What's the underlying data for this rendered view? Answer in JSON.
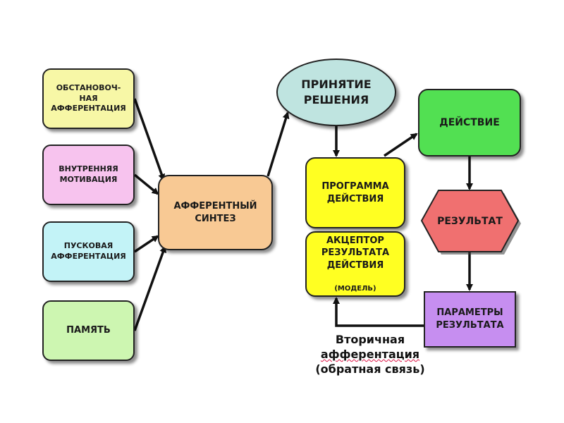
{
  "colors": {
    "obstanovochnaya": "#f7f7a6",
    "vnutrennyaya": "#f7c3ee",
    "puskovaya": "#c3f3f7",
    "pamyat": "#cdf6b1",
    "afferentny_sintez": "#f8c994",
    "prinyatie": "#bfe4e0",
    "programma": "#ffff22",
    "deystvie": "#52e052",
    "rezultat": "#f07070",
    "parametry": "#c68ef0",
    "arrow": "#111111"
  },
  "nodes": {
    "obstanovochnaya": "ОБСТАНОВОЧ-\nНАЯ\nАФФЕРЕНТАЦИЯ",
    "vnutrennyaya": "ВНУТРЕННЯЯ\nМОТИВАЦИЯ",
    "puskovaya": "ПУСКОВАЯ\nАФФЕРЕНТАЦИЯ",
    "pamyat": "ПАМЯТЬ",
    "afferentny_sintez": "АФФЕРЕНТНЫЙ\nСИНТЕЗ",
    "prinyatie": "ПРИНЯТИЕ\nРЕШЕНИЯ",
    "programma": "ПРОГРАММА\nДЕЙСТВИЯ",
    "akceptor": "АКЦЕПТОР\nРЕЗУЛЬТАТА\nДЕЙСТВИЯ",
    "akceptor_model": "(МОДЕЛЬ)",
    "deystvie": "ДЕЙСТВИЕ",
    "rezultat": "РЕЗУЛЬТАТ",
    "parametry": "ПАРАМЕТРЫ\nРЕЗУЛЬТАТА"
  },
  "feedback": {
    "line1": "Вторичная",
    "line2": "афферентация",
    "line3": "(обратная связь)"
  }
}
